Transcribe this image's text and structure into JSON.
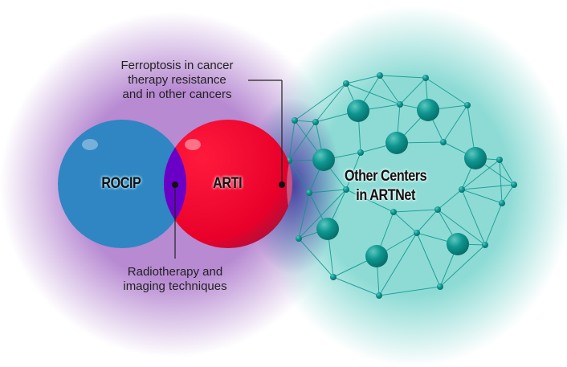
{
  "circles": {
    "left": {
      "label": "ROCIP",
      "color": "#2f86c3"
    },
    "right": {
      "label": "ARTI",
      "color": "#f0002a"
    },
    "overlap_color": "#6a00c8"
  },
  "network": {
    "label_line1": "Other Centers",
    "label_line2": "in ARTNet",
    "color": "#0e9690"
  },
  "callouts": {
    "top": {
      "line1": "Ferroptosis in cancer",
      "line2": "therapy resistance",
      "line3": "and in other cancers"
    },
    "bottom": {
      "line1": "Radiotherapy and",
      "line2": "imaging techniques"
    }
  },
  "glow_colors": {
    "purple": "#b98ad0",
    "teal": "#8fdcd6"
  }
}
